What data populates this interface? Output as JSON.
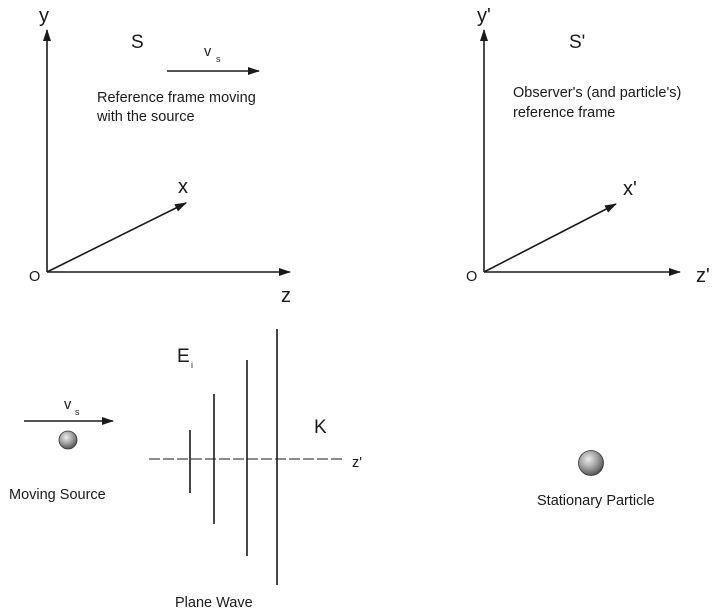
{
  "frame_s": {
    "name": "S",
    "y_axis": "y",
    "x_axis": "x",
    "z_axis": "z",
    "origin": "O",
    "velocity_symbol": "v",
    "velocity_subscript": "s",
    "description_line1": "Reference frame moving",
    "description_line2": "with the source"
  },
  "frame_s_prime": {
    "name": "S'",
    "y_axis": "y'",
    "x_axis": "x'",
    "z_axis": "z'",
    "origin": "O",
    "description_line1": "Observer's (and particle's)",
    "description_line2": "reference frame"
  },
  "lower": {
    "field_symbol": "E",
    "field_subscript": "i",
    "source_velocity_symbol": "v",
    "source_velocity_subscript": "s",
    "wave_vector": "K",
    "axis_label": "z'",
    "moving_source": "Moving Source",
    "plane_wave": "Plane Wave",
    "stationary_particle": "Stationary Particle"
  },
  "colors": {
    "ink": "#1a1a1a",
    "sphere_light": "#eeeeee",
    "sphere_dark": "#4a4a4a"
  }
}
